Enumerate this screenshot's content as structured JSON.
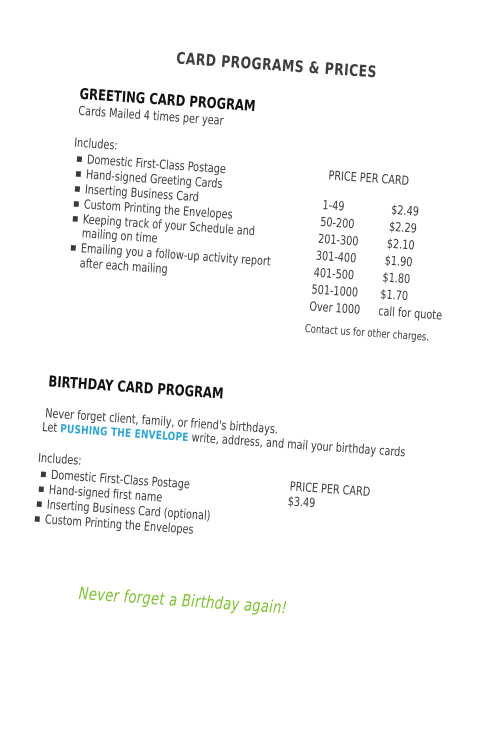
{
  "title": "CARD PROGRAMS & PRICES",
  "greeting": {
    "heading": "GREETING CARD PROGRAM",
    "subtitle": "Cards Mailed 4 times per year",
    "includes_label": "Includes:",
    "items": [
      "Domestic First-Class Postage",
      "Hand-signed Greeting Cards",
      "Inserting Business Card",
      "Custom Printing the Envelopes",
      "Keeping track of your Schedule and",
      "mailing on time",
      "Emailing you a follow-up activity report",
      "after each mailing"
    ],
    "price_heading": "PRICE PER CARD",
    "prices": [
      {
        "range": "1-49",
        "price": "$2.49"
      },
      {
        "range": "50-200",
        "price": "$2.29"
      },
      {
        "range": "201-300",
        "price": "$2.10"
      },
      {
        "range": "301-400",
        "price": "$1.90"
      },
      {
        "range": "401-500",
        "price": "$1.80"
      },
      {
        "range": "501-1000",
        "price": "$1.70"
      },
      {
        "range": "Over 1000",
        "price": "call for quote"
      }
    ],
    "contact_note": "Contact us for other charges."
  },
  "birthday": {
    "heading": "BIRTHDAY CARD PROGRAM",
    "line1": "Never forget client, family, or friend's birthdays.",
    "line2_prefix": "Let ",
    "brand": "PUSHING THE ENVELOPE",
    "line2_suffix": " write, address, and mail your birthday cards",
    "includes_label": "Includes:",
    "items": [
      "Domestic First-Class Postage",
      "Hand-signed first name",
      "Inserting Business Card (optional)",
      "Custom Printing the Envelopes"
    ],
    "price_heading": "PRICE PER CARD",
    "price": "$3.49"
  },
  "slogan": "Never forget a Birthday again!",
  "colors": {
    "brand": "#2aa7d8",
    "slogan": "#7cc22b",
    "text": "#3a3a3a"
  }
}
